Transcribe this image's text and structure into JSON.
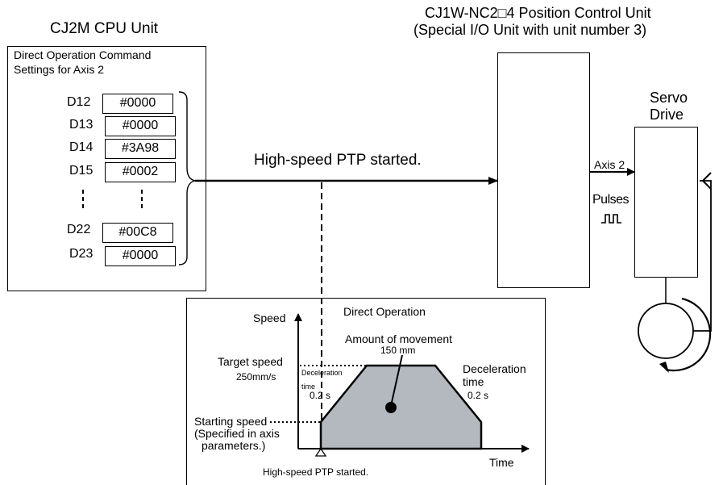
{
  "cpu": {
    "title": "CJ2M CPU Unit",
    "panel_title_line1": "Direct Operation Command",
    "panel_title_line2": "Settings for Axis 2",
    "registers": [
      {
        "address": "D12",
        "value": "#0000"
      },
      {
        "address": "D13",
        "value": "#0000"
      },
      {
        "address": "D14",
        "value": "#3A98"
      },
      {
        "address": "D15",
        "value": "#0002"
      },
      {
        "address": "D22",
        "value": "#00C8"
      },
      {
        "address": "D23",
        "value": "#0000"
      }
    ]
  },
  "ncu": {
    "title_line1": "CJ1W-NC2□4 Position Control Unit",
    "title_line2": "(Special I/O Unit with unit number 3)"
  },
  "servo": {
    "title_line1": "Servo",
    "title_line2": "Drive"
  },
  "signals": {
    "main_arrow_label": "High-speed PTP started.",
    "axis_label": "Axis 2",
    "pulses_label": "Pulses",
    "pulse_symbol": "⎍⎍"
  },
  "chart": {
    "title": "Direct Operation",
    "ylabel": "Speed",
    "xlabel": "Time",
    "target_speed_label": "Target speed",
    "target_speed_value": "250mm/s",
    "starting_speed_line1": "Starting speed",
    "starting_speed_line2": "(Specified in axis",
    "starting_speed_line3": "parameters.)",
    "movement_label": "Amount of movement",
    "movement_value": "150 mm",
    "accel_label_line1": "Deceleration",
    "accel_label_line2": "time",
    "accel_value": "0.2 s",
    "decel_label_line1": "Deceleration",
    "decel_label_line2": "time",
    "decel_value": "0.2 s",
    "start_marker_label": "High-speed PTP started.",
    "fill_color": "#b4b9bf"
  }
}
